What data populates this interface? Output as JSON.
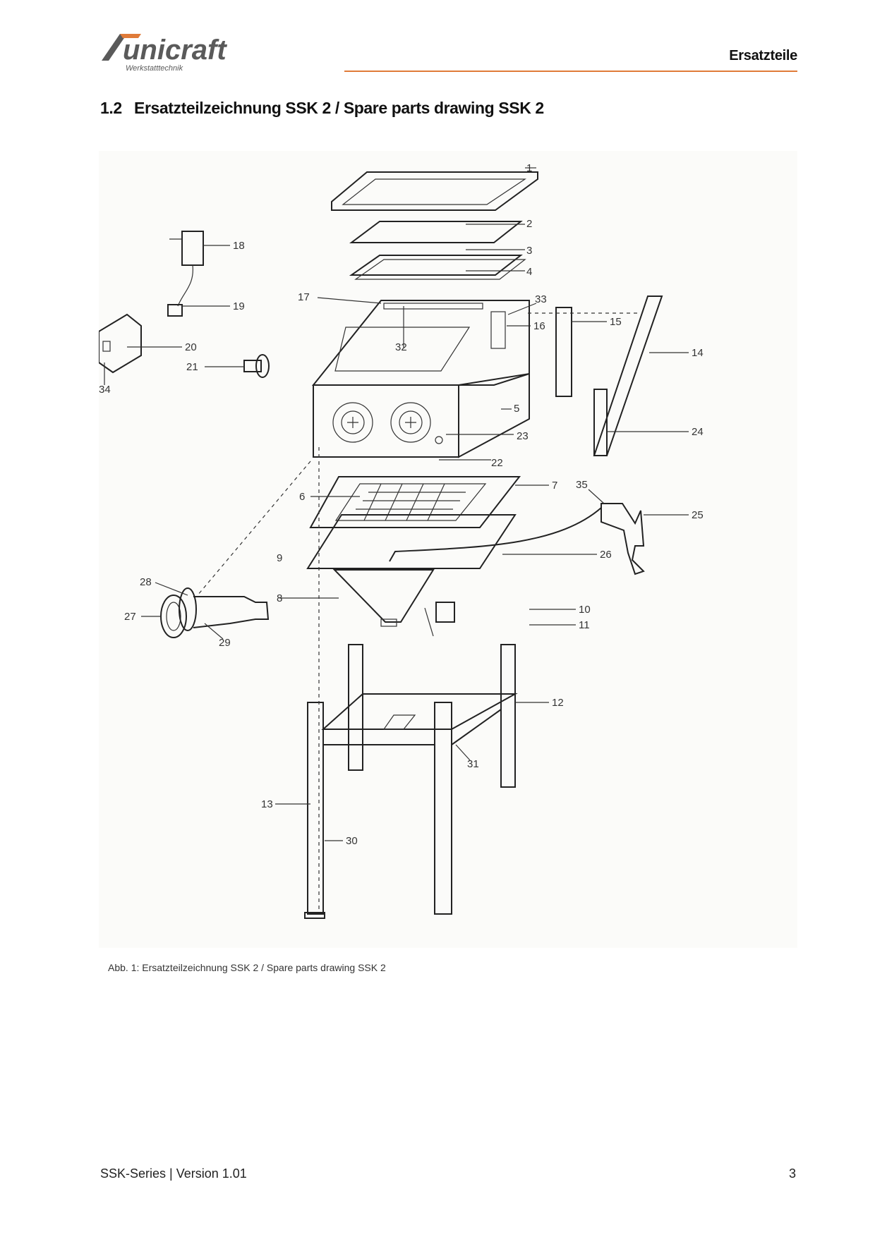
{
  "header": {
    "brand_name": "unicraft",
    "brand_tagline": "Werkstatttechnik",
    "section_label": "Ersatzteile",
    "accent_color": "#e07b39",
    "logo_color": "#5a5a5a"
  },
  "heading": {
    "number": "1.2",
    "title": "Ersatzteilzeichnung SSK 2 / Spare parts drawing SSK 2"
  },
  "figure": {
    "callouts": [
      "1",
      "2",
      "3",
      "4",
      "5",
      "6",
      "7",
      "8",
      "9",
      "10",
      "11",
      "12",
      "13",
      "14",
      "15",
      "16",
      "17",
      "18",
      "19",
      "20",
      "21",
      "22",
      "23",
      "24",
      "25",
      "26",
      "27",
      "28",
      "29",
      "30",
      "31",
      "32",
      "33",
      "34",
      "35"
    ],
    "caption": "Abb. 1: Ersatzteilzeichnung SSK 2 / Spare parts drawing SSK 2"
  },
  "footer": {
    "left": "SSK-Series | Version 1.01",
    "page": "3"
  }
}
